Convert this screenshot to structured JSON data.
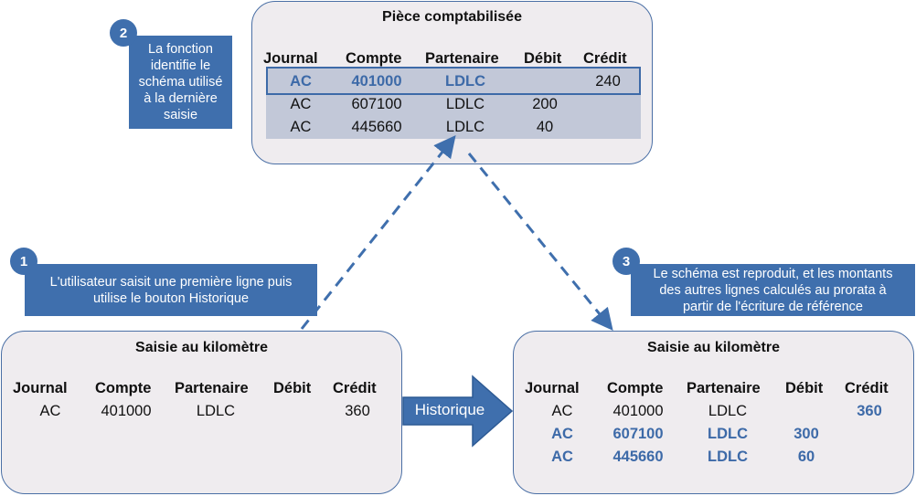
{
  "top_panel": {
    "title": "Pièce comptabilisée",
    "headers": [
      "Journal",
      "Compte",
      "Partenaire",
      "Débit",
      "Crédit"
    ],
    "rows": [
      {
        "journal": "AC",
        "compte": "401000",
        "partenaire": "LDLC",
        "debit": "",
        "credit": "240"
      },
      {
        "journal": "AC",
        "compte": "607100",
        "partenaire": "LDLC",
        "debit": "200",
        "credit": ""
      },
      {
        "journal": "AC",
        "compte": "445660",
        "partenaire": "LDLC",
        "debit": "40",
        "credit": ""
      }
    ]
  },
  "left_panel": {
    "title": "Saisie au kilomètre",
    "headers": [
      "Journal",
      "Compte",
      "Partenaire",
      "Débit",
      "Crédit"
    ],
    "rows": [
      {
        "journal": "AC",
        "compte": "401000",
        "partenaire": "LDLC",
        "debit": "",
        "credit": "360"
      }
    ]
  },
  "right_panel": {
    "title": "Saisie au kilomètre",
    "headers": [
      "Journal",
      "Compte",
      "Partenaire",
      "Débit",
      "Crédit"
    ],
    "rows": [
      {
        "journal": "AC",
        "compte": "401000",
        "partenaire": "LDLC",
        "debit": "",
        "credit": "360"
      },
      {
        "journal": "AC",
        "compte": "607100",
        "partenaire": "LDLC",
        "debit": "300",
        "credit": ""
      },
      {
        "journal": "AC",
        "compte": "445660",
        "partenaire": "LDLC",
        "debit": "60",
        "credit": ""
      }
    ]
  },
  "callouts": [
    {
      "number": "1",
      "text": "L'utilisateur saisit une première ligne puis\nutilise le bouton Historique"
    },
    {
      "number": "2",
      "text": "La fonction\nidentifie le\nschéma utilisé\nà la dernière\nsaisie"
    },
    {
      "number": "3",
      "text": "Le schéma est reproduit, et les montants\ndes autres lignes calculés au prorata à\npartir de l'écriture de référence"
    }
  ],
  "historique_label": "Historique",
  "colors": {
    "accent": "#3f6fad",
    "panel_bg": "#efecef",
    "row_band": "#c2c8d8",
    "highlight_text": "#3d6aa8"
  }
}
